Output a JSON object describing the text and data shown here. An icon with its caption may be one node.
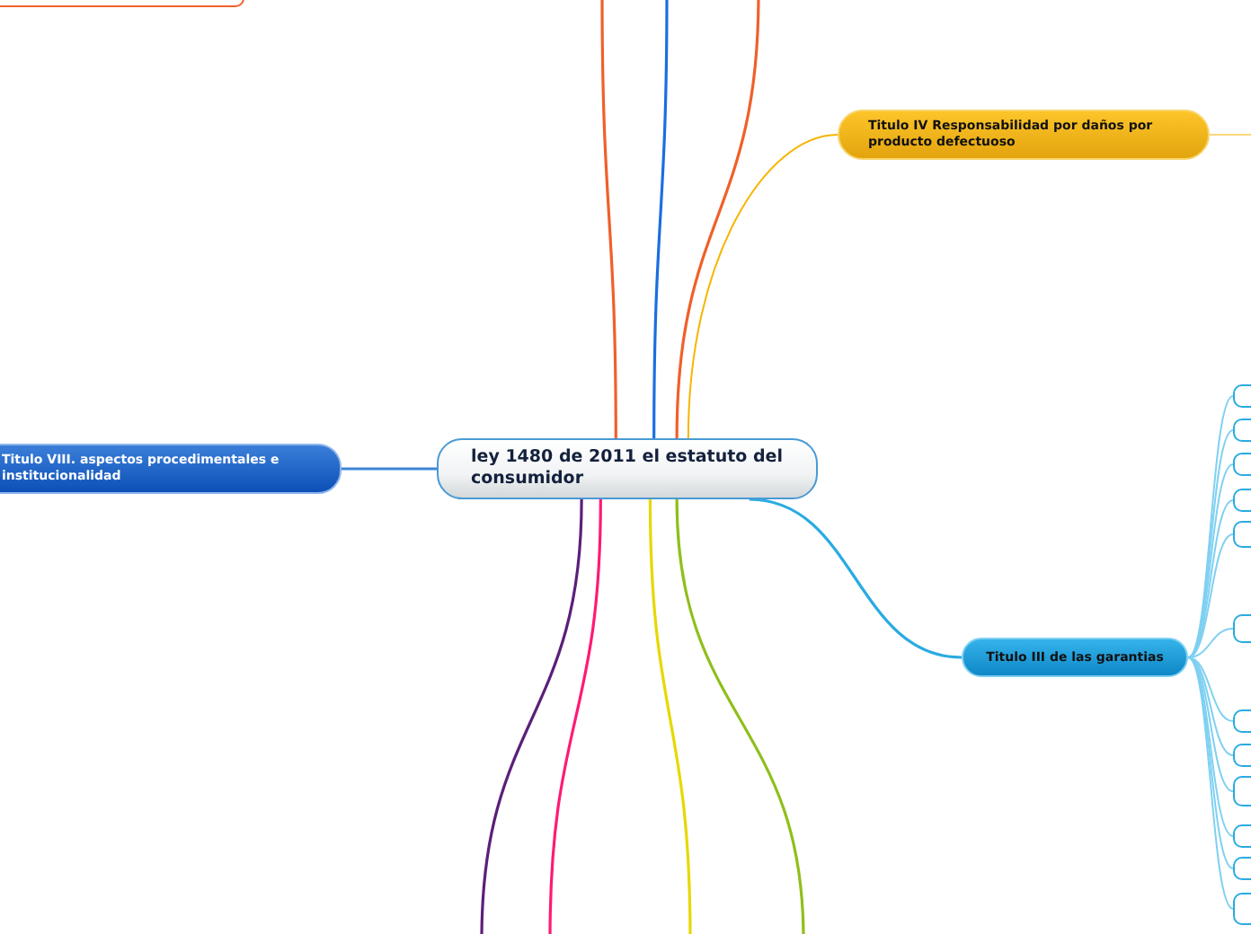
{
  "diagram": {
    "nodes": [
      {
        "text": [],
        "shape": "box"
      },
      {
        "text": [
          "Titulo IV Responsabilidad por daños por producto defectuoso"
        ]
      },
      {
        "text": [
          "Titulo VIII. aspectos procedimentales e institucionalidad"
        ]
      },
      {
        "text": [
          "ley 1480 de 2011 el estatuto del consumidor"
        ]
      },
      {
        "text": [
          "Titulo III de las garantias"
        ]
      },
      {
        "text": [],
        "shape": "box"
      },
      {
        "text": [],
        "shape": "box"
      },
      {
        "text": [],
        "shape": "box"
      },
      {
        "text": [],
        "shape": "box"
      },
      {
        "text": [],
        "shape": "box"
      },
      {
        "text": [],
        "shape": "box"
      },
      {
        "text": [],
        "shape": "box"
      },
      {
        "text": [],
        "shape": "box"
      },
      {
        "text": [],
        "shape": "box"
      },
      {
        "text": [],
        "shape": "box"
      },
      {
        "text": [],
        "shape": "box"
      },
      {
        "text": [],
        "shape": "box"
      }
    ],
    "edges": [
      {
        "from": 3,
        "to": null,
        "arrow": "none",
        "color": "#f0602a"
      },
      {
        "from": 3,
        "to": null,
        "arrow": "none",
        "color": "#1a6fe0"
      },
      {
        "from": 3,
        "to": null,
        "arrow": "none",
        "color": "#f0602a"
      },
      {
        "from": 3,
        "to": 1,
        "arrow": "none",
        "color": "#f7b500"
      },
      {
        "from": 1,
        "to": null,
        "arrow": "none",
        "color": "#fbd77a"
      },
      {
        "from": 3,
        "to": 2,
        "arrow": "none",
        "color": "#3d85d6"
      },
      {
        "from": 3,
        "to": 4,
        "arrow": "none",
        "color": "#29abe2"
      },
      {
        "from": 3,
        "to": null,
        "arrow": "none",
        "color": "#5b1f7a"
      },
      {
        "from": 3,
        "to": null,
        "arrow": "none",
        "color": "#ff1a74"
      },
      {
        "from": 3,
        "to": null,
        "arrow": "none",
        "color": "#e6d800"
      },
      {
        "from": 3,
        "to": null,
        "arrow": "none",
        "color": "#8fbf1a"
      },
      {
        "from": 4,
        "to": 5,
        "arrow": "none",
        "color": "#7fd0f2"
      },
      {
        "from": 4,
        "to": 6,
        "arrow": "none",
        "color": "#7fd0f2"
      },
      {
        "from": 4,
        "to": 7,
        "arrow": "none",
        "color": "#7fd0f2"
      },
      {
        "from": 4,
        "to": 8,
        "arrow": "none",
        "color": "#7fd0f2"
      },
      {
        "from": 4,
        "to": 9,
        "arrow": "none",
        "color": "#7fd0f2"
      },
      {
        "from": 4,
        "to": 10,
        "arrow": "none",
        "color": "#7fd0f2"
      },
      {
        "from": 4,
        "to": 11,
        "arrow": "none",
        "color": "#7fd0f2"
      },
      {
        "from": 4,
        "to": 12,
        "arrow": "none",
        "color": "#7fd0f2"
      },
      {
        "from": 4,
        "to": 13,
        "arrow": "none",
        "color": "#7fd0f2"
      },
      {
        "from": 4,
        "to": 14,
        "arrow": "none",
        "color": "#7fd0f2"
      },
      {
        "from": 4,
        "to": 15,
        "arrow": "none",
        "color": "#7fd0f2"
      },
      {
        "from": 4,
        "to": 16,
        "arrow": "none",
        "color": "#7fd0f2"
      }
    ]
  }
}
